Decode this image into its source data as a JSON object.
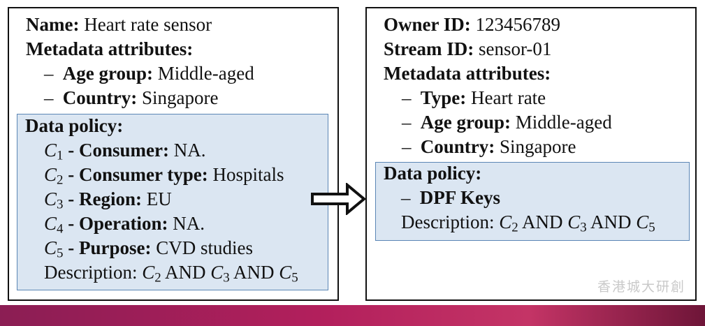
{
  "left": {
    "name_label": "Name:",
    "name_value": "Heart rate sensor",
    "meta_label": "Metadata attributes:",
    "attributes": [
      {
        "label": "Age group:",
        "value": "Middle-aged"
      },
      {
        "label": "Country:",
        "value": "Singapore"
      }
    ],
    "policy": {
      "label": "Data policy:",
      "conditions": [
        {
          "var": "C",
          "sub": "1",
          "label": "- Consumer:",
          "value": "NA."
        },
        {
          "var": "C",
          "sub": "2",
          "label": "- Consumer type:",
          "value": "Hospitals"
        },
        {
          "var": "C",
          "sub": "3",
          "label": "- Region:",
          "value": "EU"
        },
        {
          "var": "C",
          "sub": "4",
          "label": "- Operation:",
          "value": "NA."
        },
        {
          "var": "C",
          "sub": "5",
          "label": "- Purpose:",
          "value": "CVD studies"
        }
      ],
      "description_label": "Description:",
      "and": "AND"
    }
  },
  "right": {
    "owner_label": "Owner ID:",
    "owner_value": "123456789",
    "stream_label": "Stream ID:",
    "stream_value": "sensor-01",
    "meta_label": "Metadata attributes:",
    "attributes": [
      {
        "label": "Type:",
        "value": "Heart rate"
      },
      {
        "label": "Age group:",
        "value": "Middle-aged"
      },
      {
        "label": "Country:",
        "value": "Singapore"
      }
    ],
    "policy": {
      "label": "Data policy:",
      "keys_label": "DPF Keys",
      "description_label": "Description:",
      "and": "AND"
    }
  },
  "subscripts": {
    "c2": "2",
    "c3": "3",
    "c5": "5"
  },
  "dash": "–",
  "var_letter": "C",
  "watermark": "香港城大研創",
  "colors": {
    "policy_fill": "#dbe6f2",
    "policy_border": "#5b86b5",
    "bar_start": "#8b1e54",
    "bar_end": "#6e1538"
  }
}
